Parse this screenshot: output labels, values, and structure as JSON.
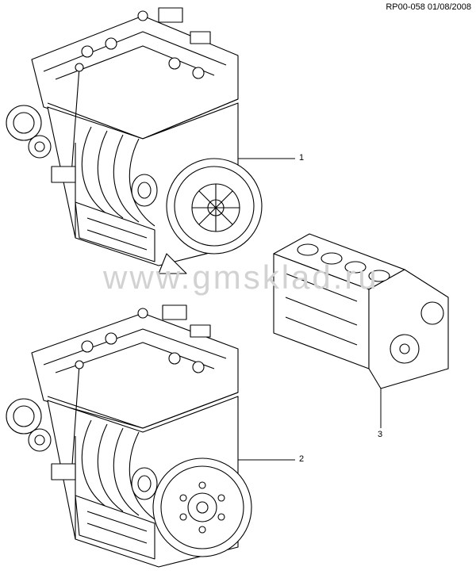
{
  "header": {
    "ref": "RP00-058 01/08/2008"
  },
  "watermark": "www.gmsklad.ru",
  "callouts": [
    {
      "label": "1",
      "part": "engine-assembly-with-clutch"
    },
    {
      "label": "2",
      "part": "engine-assembly-with-flywheel"
    },
    {
      "label": "3",
      "part": "short-block"
    }
  ]
}
